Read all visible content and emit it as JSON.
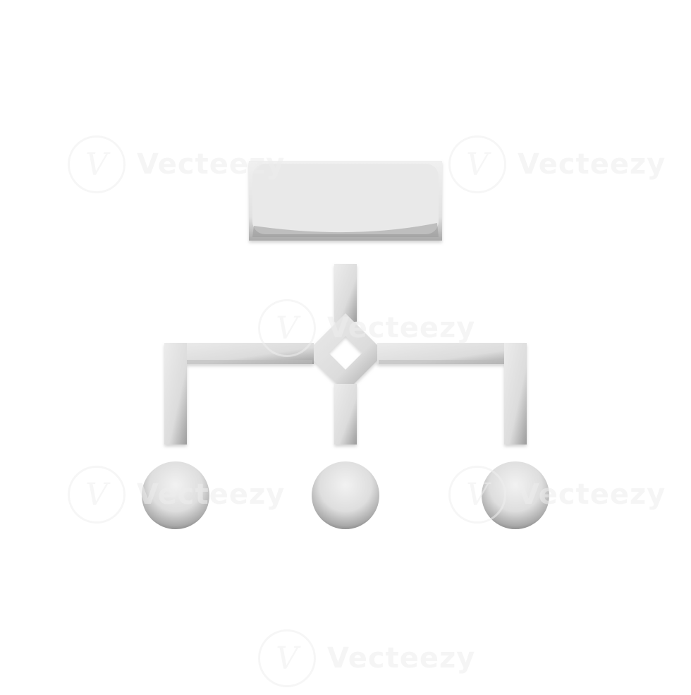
{
  "watermark": {
    "text": "Vecteezy",
    "logo_glyph": "V",
    "color": "#eeeeee"
  },
  "icon": {
    "name": "hierarchy-flowchart-icon",
    "style": "3d-white-clay",
    "base_color": "#e4e4e4",
    "shadow_color": "#8a8a8a"
  }
}
